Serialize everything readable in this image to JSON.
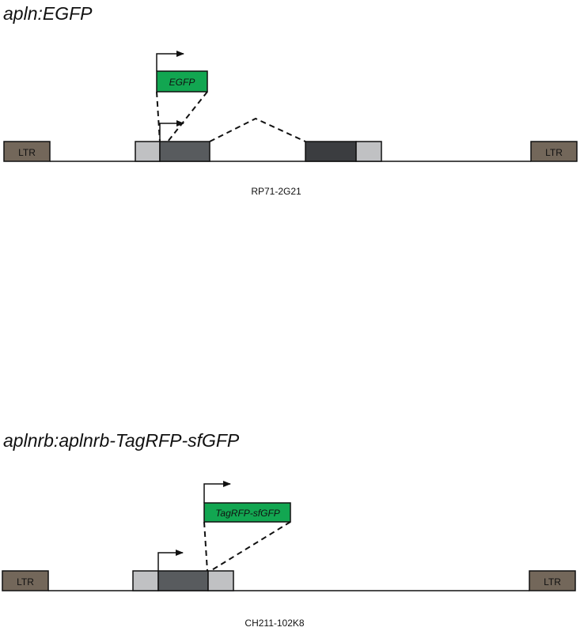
{
  "construct1": {
    "title": "apln:EGFP",
    "ltr_left": "LTR",
    "ltr_right": "LTR",
    "insert_label": "EGFP",
    "bac_id": "RP71-2G21"
  },
  "construct2": {
    "title": "aplnrb:aplnrb-TagRFP-sfGFP",
    "ltr_left": "LTR",
    "ltr_right": "LTR",
    "insert_label": "TagRFP-sfGFP",
    "bac_id": "CH211-102K8"
  },
  "colors": {
    "ltr": "#73675a",
    "utr": "#c0c1c3",
    "exon1": "#585b5e",
    "exon2": "#3b3d40",
    "insert": "#12a651"
  }
}
